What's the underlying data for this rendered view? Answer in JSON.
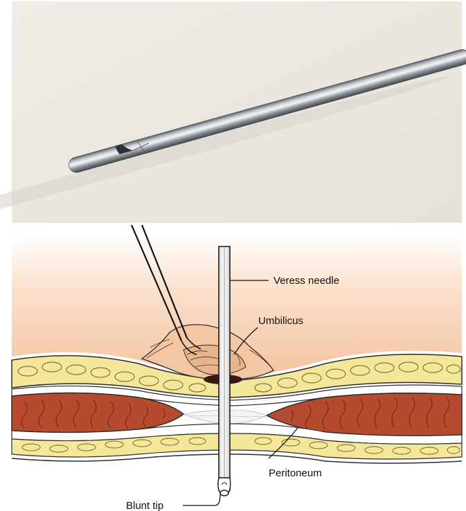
{
  "photo": {
    "subject": "needle-tip-photo",
    "background_color": "#ebe8e1"
  },
  "illustration": {
    "skin_color": "#f5c9a6",
    "fat_color": "#f4e79a",
    "muscle_color": "#b54a2e",
    "labels": {
      "veress_needle": "Veress needle",
      "umbilicus": "Umbilicus",
      "peritoneum": "Peritoneum",
      "blunt_tip": "Blunt tip"
    }
  }
}
